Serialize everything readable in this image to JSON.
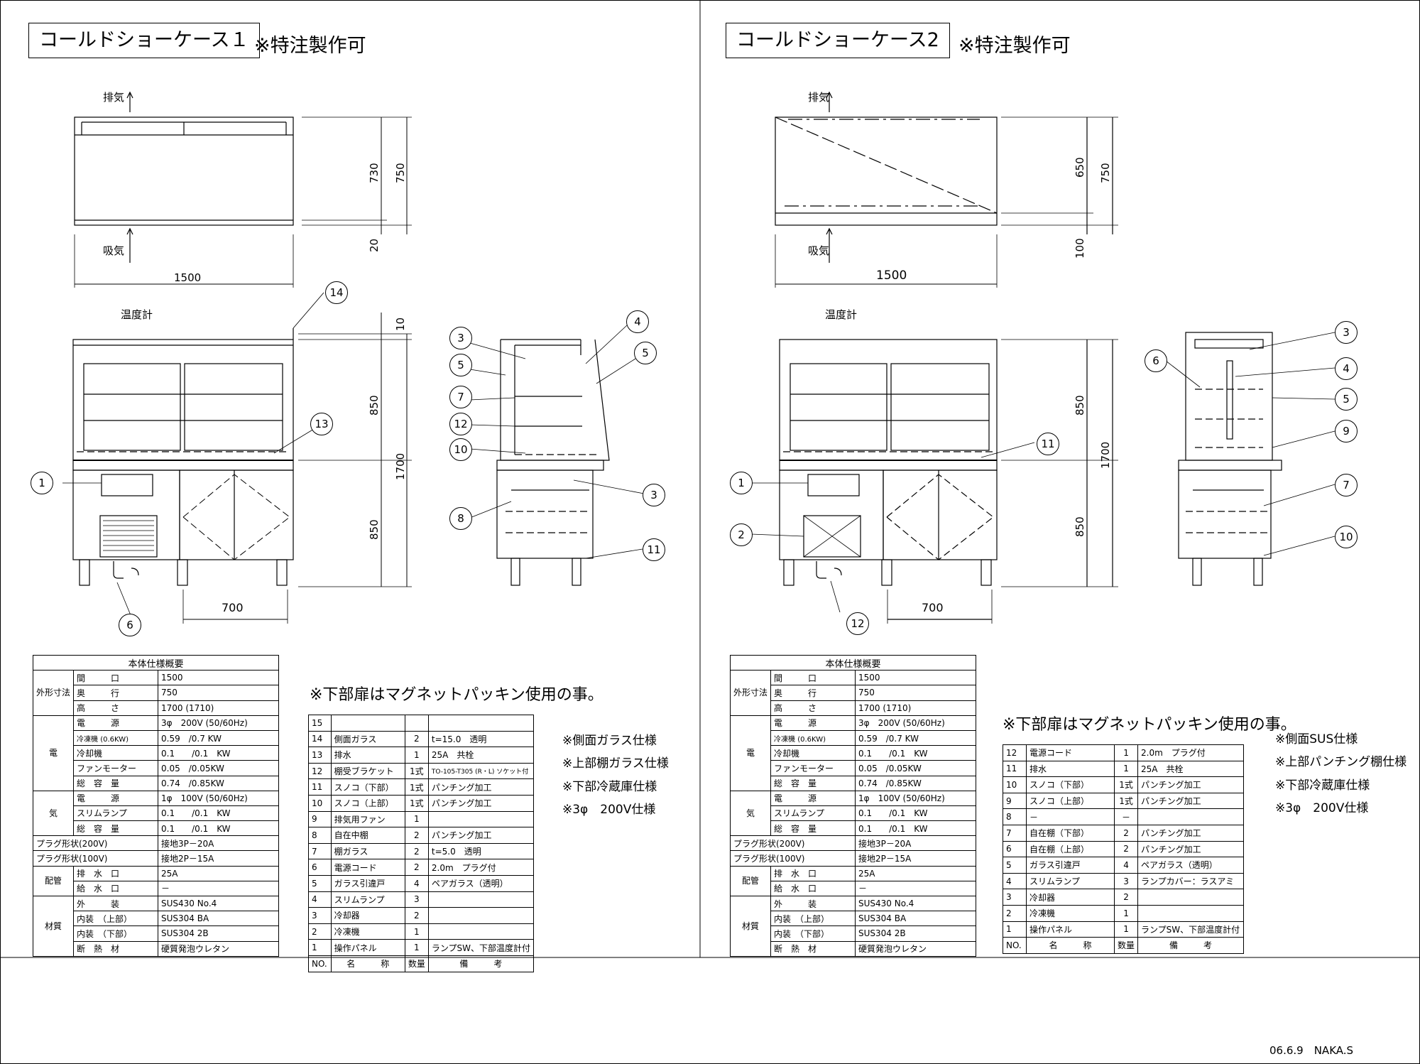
{
  "left": {
    "title": "コールドショーケース１",
    "special": "※特注製作可",
    "labels": {
      "exhaust": "排気",
      "intake": "吸気",
      "thermo": "温度計"
    },
    "dims": {
      "width": "1500",
      "h_top1": "730",
      "h_top2": "750",
      "h_bottom": "20",
      "h_10": "10",
      "h_850a": "850",
      "h_1700": "1700",
      "h_850b": "850",
      "w_700": "700"
    },
    "callouts_front": [
      "1",
      "6",
      "13",
      "14"
    ],
    "callouts_side": [
      "3",
      "4",
      "5",
      "5",
      "7",
      "12",
      "10",
      "3",
      "8",
      "11"
    ],
    "magnet_note": "※下部扉はマグネットパッキン使用の事。",
    "options": [
      "※側面ガラス仕様",
      "※上部棚ガラス仕様",
      "※下部冷蔵庫仕様",
      "※3φ　200V仕様"
    ],
    "spec": {
      "header": "本体仕様概要",
      "groups": {
        "outer": "外形寸法",
        "elec1": "電",
        "elec2": "気",
        "pipe": "配管",
        "mat": "材質"
      },
      "rows": [
        {
          "name": "間　　　口",
          "value": "1500"
        },
        {
          "name": "奥　　　行",
          "value": "750"
        },
        {
          "name": "高　　　さ",
          "value": "1700 (1710)"
        },
        {
          "name": "電　　　源",
          "value": "3φ　200V (50/60Hz)"
        },
        {
          "name": "冷凍機 (0.6KW)",
          "value": "0.59　/0.7 KW"
        },
        {
          "name": "冷却機",
          "value": "0.1　　/0.1　KW"
        },
        {
          "name": "ファンモーター",
          "value": "0.05　/0.05KW"
        },
        {
          "name": "総　容　量",
          "value": "0.74　/0.85KW"
        },
        {
          "name": "電　　　源",
          "value": "1φ　100V (50/60Hz)"
        },
        {
          "name": "スリムランプ",
          "value": "0.1　　/0.1　KW"
        },
        {
          "name": "総　容　量",
          "value": "0.1　　/0.1　KW"
        },
        {
          "name": "プラグ形状(200V)",
          "value": "接地3P－20A"
        },
        {
          "name": "プラグ形状(100V)",
          "value": "接地2P－15A"
        },
        {
          "name": "排　水　口",
          "value": "25A"
        },
        {
          "name": "給　水　口",
          "value": "－"
        },
        {
          "name": "外　　　装",
          "value": "SUS430 No.4"
        },
        {
          "name": "内装　（上部）",
          "value": "SUS304 BA"
        },
        {
          "name": "内装　（下部）",
          "value": "SUS304 2B"
        },
        {
          "name": "断　熱　材",
          "value": "硬質発泡ウレタン"
        }
      ]
    },
    "parts": {
      "headers": [
        "NO.",
        "名　　　称",
        "数量",
        "備　　　考"
      ],
      "rows": [
        {
          "no": "15",
          "name": "",
          "qty": "",
          "note": ""
        },
        {
          "no": "14",
          "name": "側面ガラス",
          "qty": "2",
          "note": "t=15.0　透明"
        },
        {
          "no": "13",
          "name": "排水",
          "qty": "1",
          "note": "25A　共栓"
        },
        {
          "no": "12",
          "name": "棚受ブラケット",
          "qty": "1式",
          "note": "TO-105-T305 (R・L) ソケット付"
        },
        {
          "no": "11",
          "name": "スノコ（下部）",
          "qty": "1式",
          "note": "パンチング加工"
        },
        {
          "no": "10",
          "name": "スノコ（上部）",
          "qty": "1式",
          "note": "パンチング加工"
        },
        {
          "no": "9",
          "name": "排気用ファン",
          "qty": "1",
          "note": ""
        },
        {
          "no": "8",
          "name": "自在中棚",
          "qty": "2",
          "note": "パンチング加工"
        },
        {
          "no": "7",
          "name": "棚ガラス",
          "qty": "2",
          "note": "t=5.0　透明"
        },
        {
          "no": "6",
          "name": "電源コード",
          "qty": "2",
          "note": "2.0m　プラグ付"
        },
        {
          "no": "5",
          "name": "ガラス引違戸",
          "qty": "4",
          "note": "ペアガラス（透明）"
        },
        {
          "no": "4",
          "name": "スリムランプ",
          "qty": "3",
          "note": ""
        },
        {
          "no": "3",
          "name": "冷却器",
          "qty": "2",
          "note": ""
        },
        {
          "no": "2",
          "name": "冷凍機",
          "qty": "1",
          "note": ""
        },
        {
          "no": "1",
          "name": "操作パネル",
          "qty": "1",
          "note": "ランプSW、下部温度計付"
        }
      ]
    }
  },
  "right": {
    "title": "コールドショーケース2",
    "special": "※特注製作可",
    "labels": {
      "exhaust": "排気",
      "intake": "吸気",
      "thermo": "温度計"
    },
    "dims": {
      "width": "1500",
      "h_top1": "650",
      "h_top2": "750",
      "h_bottom": "100",
      "h_850a": "850",
      "h_1700": "1700",
      "h_850b": "850",
      "w_700": "700"
    },
    "callouts_front": [
      "1",
      "2",
      "11",
      "12"
    ],
    "callouts_side": [
      "3",
      "6",
      "4",
      "5",
      "9",
      "7",
      "10"
    ],
    "magnet_note": "※下部扉はマグネットパッキン使用の事。",
    "options": [
      "※側面SUS仕様",
      "※上部パンチング棚仕様",
      "※下部冷蔵庫仕様",
      "※3φ　200V仕様"
    ],
    "spec": {
      "header": "本体仕様概要",
      "groups": {
        "outer": "外形寸法",
        "elec1": "電",
        "elec2": "気",
        "pipe": "配管",
        "mat": "材質"
      },
      "rows": [
        {
          "name": "間　　　口",
          "value": "1500"
        },
        {
          "name": "奥　　　行",
          "value": "750"
        },
        {
          "name": "高　　　さ",
          "value": "1700 (1710)"
        },
        {
          "name": "電　　　源",
          "value": "3φ　200V (50/60Hz)"
        },
        {
          "name": "冷凍機 (0.6KW)",
          "value": "0.59　/0.7 KW"
        },
        {
          "name": "冷却機",
          "value": "0.1　　/0.1　KW"
        },
        {
          "name": "ファンモーター",
          "value": "0.05　/0.05KW"
        },
        {
          "name": "総　容　量",
          "value": "0.74　/0.85KW"
        },
        {
          "name": "電　　　源",
          "value": "1φ　100V (50/60Hz)"
        },
        {
          "name": "スリムランプ",
          "value": "0.1　　/0.1　KW"
        },
        {
          "name": "総　容　量",
          "value": "0.1　　/0.1　KW"
        },
        {
          "name": "プラグ形状(200V)",
          "value": "接地3P－20A"
        },
        {
          "name": "プラグ形状(100V)",
          "value": "接地2P－15A"
        },
        {
          "name": "排　水　口",
          "value": "25A"
        },
        {
          "name": "給　水　口",
          "value": "－"
        },
        {
          "name": "外　　　装",
          "value": "SUS430 No.4"
        },
        {
          "name": "内装　（上部）",
          "value": "SUS304 BA"
        },
        {
          "name": "内装　（下部）",
          "value": "SUS304 2B"
        },
        {
          "name": "断　熱　材",
          "value": "硬質発泡ウレタン"
        }
      ]
    },
    "parts": {
      "headers": [
        "NO.",
        "名　　　称",
        "数量",
        "備　　　考"
      ],
      "rows": [
        {
          "no": "12",
          "name": "電源コード",
          "qty": "1",
          "note": "2.0m　プラグ付"
        },
        {
          "no": "11",
          "name": "排水",
          "qty": "1",
          "note": "25A　共栓"
        },
        {
          "no": "10",
          "name": "スノコ（下部）",
          "qty": "1式",
          "note": "パンチング加工"
        },
        {
          "no": "9",
          "name": "スノコ（上部）",
          "qty": "1式",
          "note": "パンチング加工"
        },
        {
          "no": "8",
          "name": "－",
          "qty": "－",
          "note": ""
        },
        {
          "no": "7",
          "name": "自在棚（下部）",
          "qty": "2",
          "note": "パンチング加工"
        },
        {
          "no": "6",
          "name": "自在棚（上部）",
          "qty": "2",
          "note": "パンチング加工"
        },
        {
          "no": "5",
          "name": "ガラス引違戸",
          "qty": "4",
          "note": "ペアガラス（透明）"
        },
        {
          "no": "4",
          "name": "スリムランプ",
          "qty": "3",
          "note": "ランプカバー：ラスアミ"
        },
        {
          "no": "3",
          "name": "冷却器",
          "qty": "2",
          "note": ""
        },
        {
          "no": "2",
          "name": "冷凍機",
          "qty": "1",
          "note": ""
        },
        {
          "no": "1",
          "name": "操作パネル",
          "qty": "1",
          "note": "ランプSW、下部温度計付"
        }
      ]
    }
  },
  "footer": {
    "date_author": "06.6.9　NAKA.S"
  }
}
